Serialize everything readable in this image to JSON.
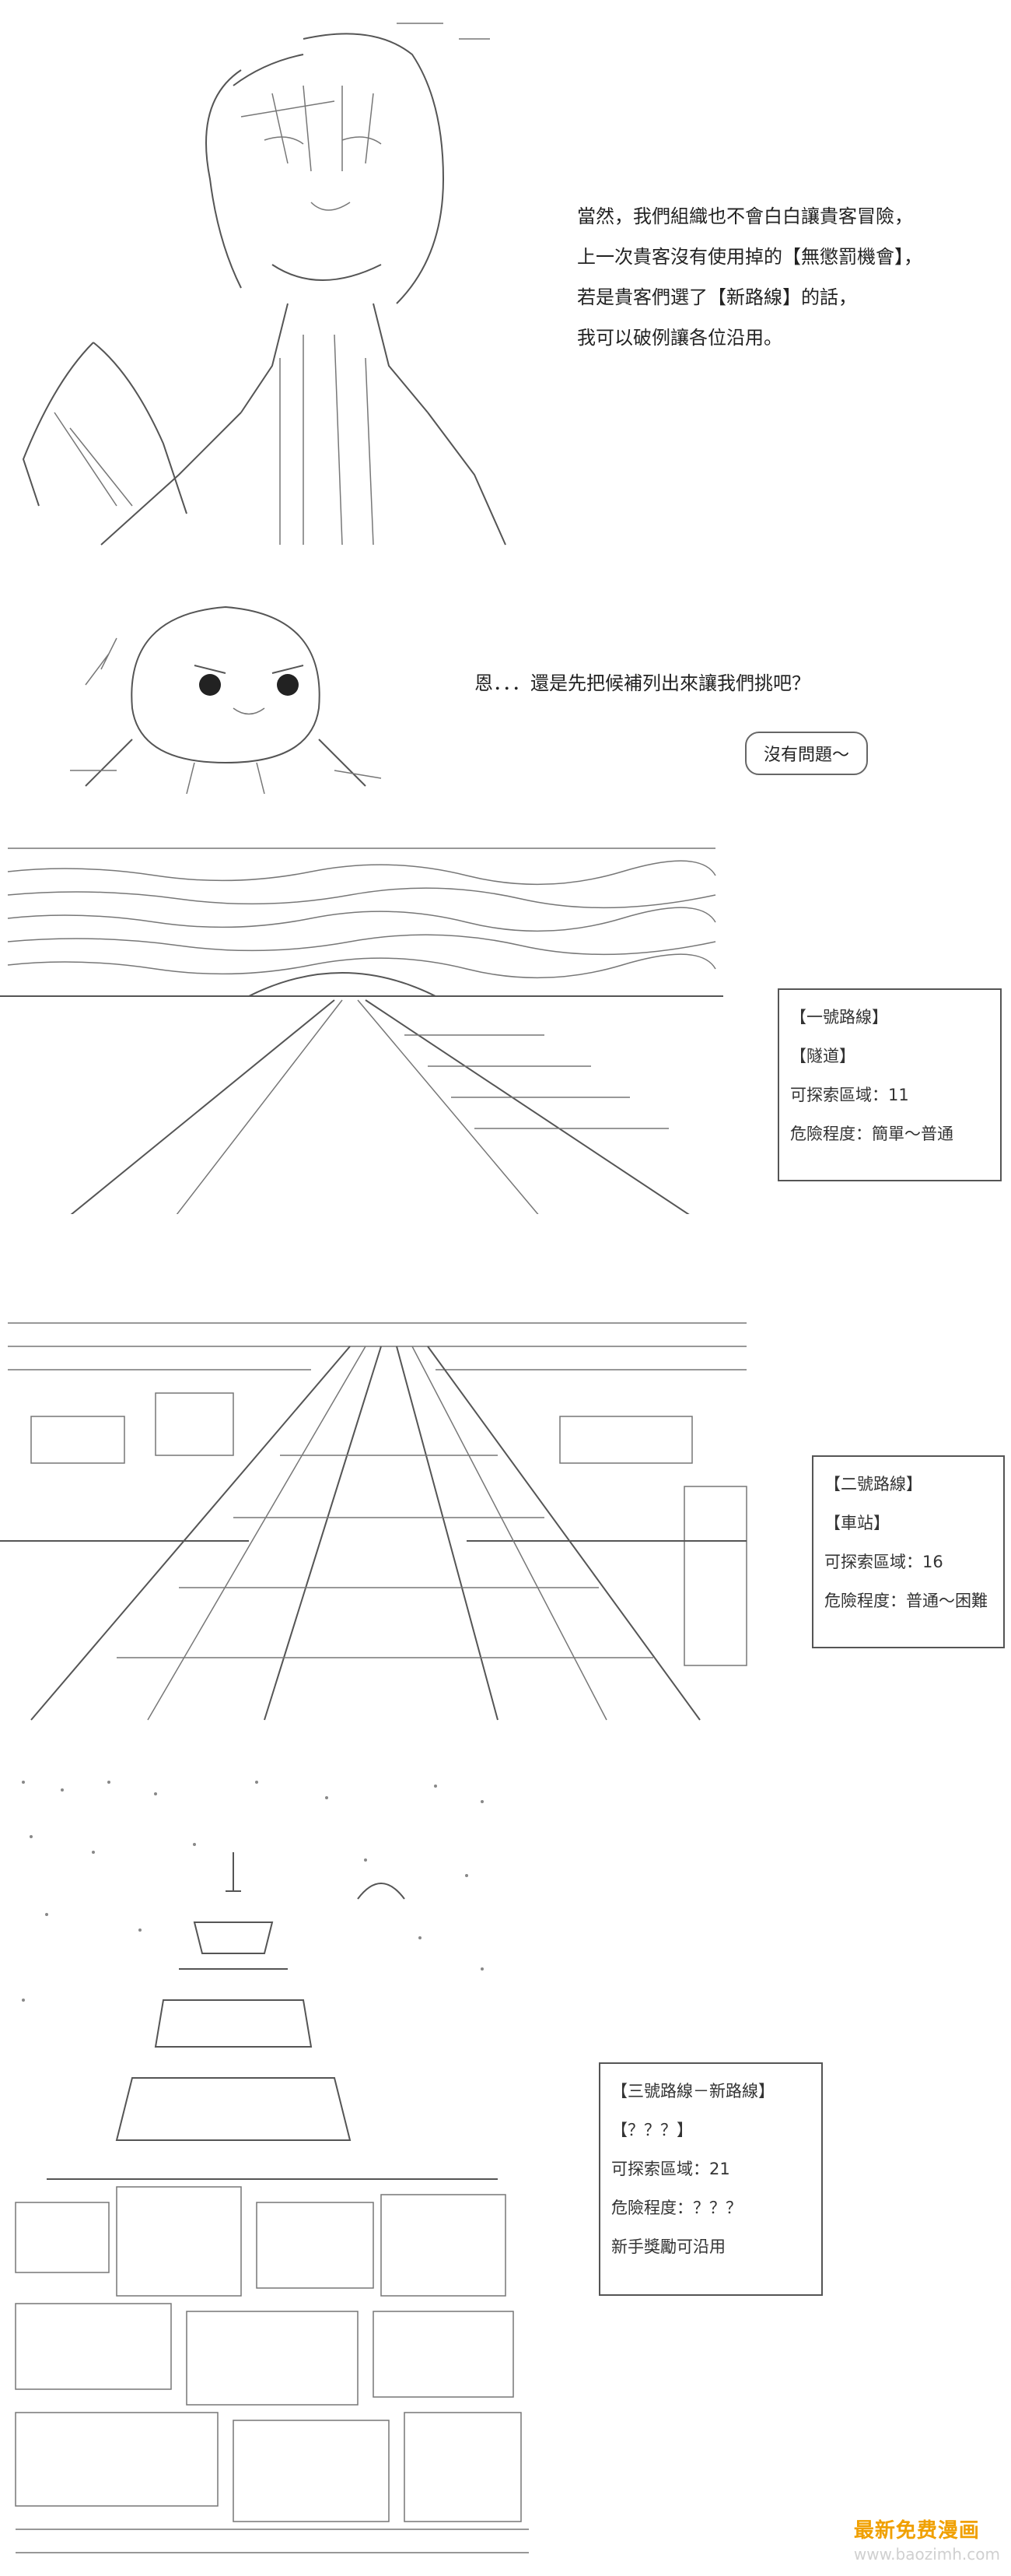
{
  "panel1": {
    "lines": [
      "當然，我們組織也不會白白讓貴客冒險，",
      "上一次貴客沒有使用掉的【無懲罰機會】，",
      "若是貴客們選了【新路線】的話，",
      "我可以破例讓各位沿用。"
    ]
  },
  "panel2": {
    "speech": "恩．．．還是先把候補列出來讓我們挑吧？",
    "bubble": "沒有問題～"
  },
  "route1": {
    "title": "【一號路線】",
    "name": "【隧道】",
    "area": "可探索區域：11",
    "danger": "危險程度：簡單～普通"
  },
  "route2": {
    "title": "【二號路線】",
    "name": "【車站】",
    "area": "可探索區域：16",
    "danger": "危險程度：普通～困難"
  },
  "route3": {
    "title": "【三號路線－新路線】",
    "name": "【？？？】",
    "area": "可探索區域：21",
    "danger": "危險程度：？？？",
    "bonus": "新手獎勵可沿用"
  },
  "watermark": {
    "line1": "最新免费漫画",
    "line2": "www.baozimh.com"
  }
}
